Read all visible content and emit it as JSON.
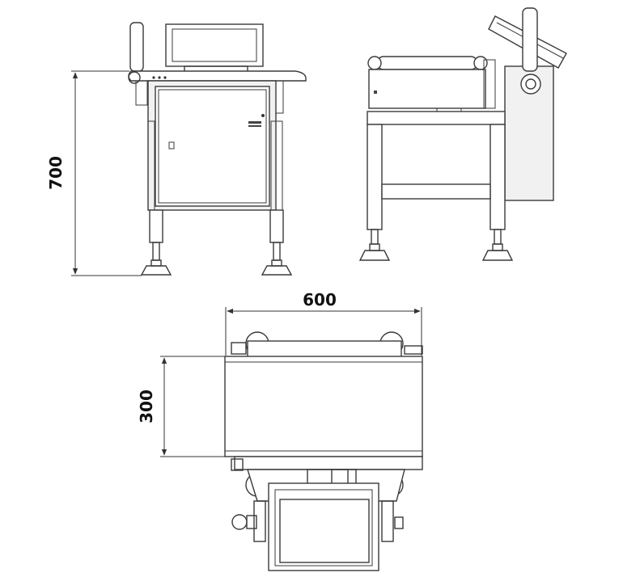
{
  "dimensions": {
    "height": "700",
    "width": "600",
    "depth": "300"
  }
}
